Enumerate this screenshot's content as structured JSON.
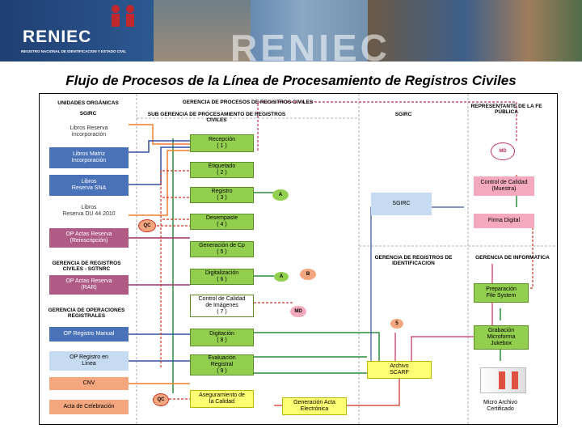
{
  "banner": {
    "logo_text": "RENIEC",
    "logo_subtitle": "REGISTRO NACIONAL DE IDENTIFICACION Y ESTADO CIVIL",
    "watermark": "RENIEC"
  },
  "title": "Flujo de Procesos de la Línea de Procesamiento de Registros Civiles",
  "columns": {
    "unidades": "UNIDADES ORGÁNICAS",
    "sgirc_left": "SGIRC",
    "gerencia_procesos": "GERENCIA DE PROCESOS DE REGISTROS CIVILES",
    "sub_gerencia": "SUB GERENCIA DE PROCESAMIENTO DE REGISTROS CIVILES",
    "sgirc_mid": "SGIRC",
    "representante": "REPRESENTANTE DE LA FE PÚBLICA",
    "gerencia_identificacion": "GERENCIA DE REGISTROS DE IDENTIFICACION",
    "gerencia_informatica": "GERENCIA DE INFORMATICA"
  },
  "left_boxes": [
    "Libros Reserva\nIncorporación",
    "Libros Matriz\nIncorporación",
    "Libros\nReserva SNA",
    "Libros\nReserva DU 44 2010",
    "OP Actas Reserva\n(Reinscripción)",
    "OP Actas Reserva\n(RAR)",
    "OP Registro Manual",
    "OP Registro en\nLínea",
    "CNV",
    "Acta de Celebración"
  ],
  "left_labels": [
    "GERENCIA DE REGISTROS\nCIVILES - SGTNRC",
    "GERENCIA DE OPERACIONES\nREGISTRALES"
  ],
  "process_steps": [
    "Recepción\n( 1 )",
    "Etiquetado\n( 2 )",
    "Registro\n( 3 )",
    "Desempaste\n( 4 )",
    "Generación de Cp\n( 5 )",
    "Digitalización\n( 6 )",
    "Control de Calidad\nde Imágenes\n( 7 )",
    "Digitación\n( 8 )",
    "Evaluación\nRegistral\n( 9 )",
    "Aseguramiento de\nla Calidad"
  ],
  "generation": "Generación Acta\nElectrónica",
  "right_boxes": {
    "control_calidad": "Control de Calidad\n(Muestra)",
    "firma_digital": "Firma Digital",
    "sgirc_box": "SGIRC",
    "archivo": "Archivo\nSCARF",
    "preparacion": "Preparación\nFile System",
    "grabacion": "Grabación\nMicroforma\nJukebox",
    "micro_archivo": "Micro Archivo\nCertificado"
  },
  "connectors": {
    "qc": "QC",
    "md": "MD",
    "a": "A",
    "b": "B",
    "five": "5"
  },
  "colors": {
    "blue": "#4a72b8",
    "pink": "#b05a86",
    "salmon": "#f4a77f",
    "green": "#93cf4f",
    "yellow": "#ffff73",
    "banner": "#1f3f73"
  }
}
